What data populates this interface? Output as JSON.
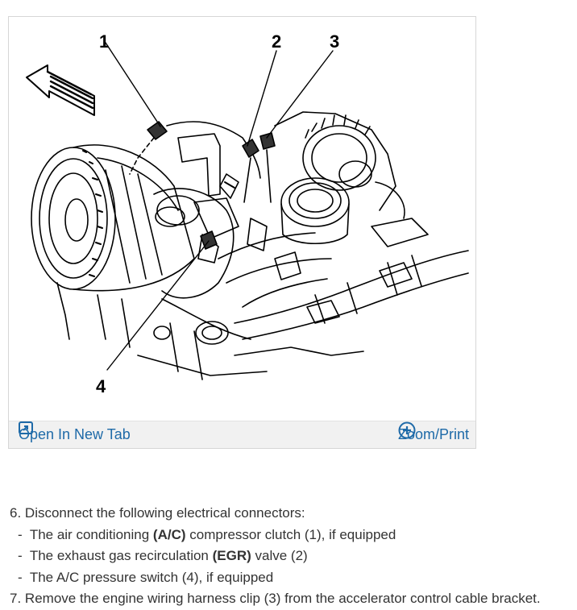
{
  "figure": {
    "callouts": [
      "1",
      "2",
      "3",
      "4"
    ],
    "toolbar": {
      "open_label": "Open In New Tab",
      "open_icon": "open-in-new-tab-icon",
      "zoom_label": "Zoom/Print",
      "zoom_icon": "zoom-plus-icon",
      "link_color": "#1e6aa8"
    }
  },
  "instructions": {
    "step6": {
      "number": "6.",
      "text": "Disconnect the following electrical connectors:",
      "items": [
        {
          "dash": "-",
          "pre": "The air conditioning ",
          "bold": "(A/C)",
          "post": " compressor clutch (1), if equipped"
        },
        {
          "dash": "-",
          "pre": "The exhaust gas recirculation ",
          "bold": "(EGR)",
          "post": " valve (2)"
        },
        {
          "dash": "-",
          "pre": "The A/C pressure switch (4), if equipped",
          "bold": "",
          "post": ""
        }
      ]
    },
    "step7": {
      "number": "7.",
      "text": "Remove the engine wiring harness clip (3) from the accelerator control cable bracket."
    }
  }
}
